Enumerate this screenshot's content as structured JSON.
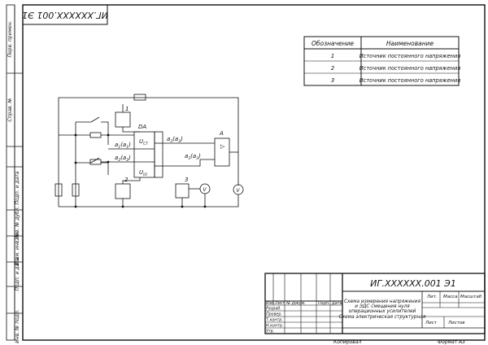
{
  "stamp_top": "ИГ.ХХХХХХ.001 Э1",
  "side_strip": {
    "perv_primen": "Перв. примен.",
    "sprav_no": "Справ. №",
    "podp_data_1": "Подп. и дата",
    "inv_dubl": "Инв. № дубл.",
    "vzam_inv": "Взам. инв. №",
    "podp_data_2": "Подп. и дата",
    "inv_podl": "Инв. № подл."
  },
  "element_table": {
    "headers": [
      "Обозначение",
      "Наименование"
    ],
    "rows": [
      [
        "1",
        "Источник постоянного напряжения"
      ],
      [
        "2",
        "Источник постоянного напряжения"
      ],
      [
        "3",
        "Источник постоянного напряжения"
      ]
    ]
  },
  "schematic": {
    "opamp_label": "DA",
    "upper_supply": "U",
    "upper_supply_sub": "CT",
    "lower_supply": "U",
    "lower_supply_sub": "IO",
    "amp_label": "A",
    "src1": "1",
    "src2": "2",
    "src3": "3",
    "in1": "a",
    "in1_sub": "1",
    "in1_paren": "(a",
    "in1_paren_sub": "1",
    "in1_close": ")",
    "in2": "a",
    "in2_sub": "2",
    "in2_paren": "(a",
    "in2_paren_sub": "2",
    "in2_close": ")",
    "out1": "a",
    "out1_sub": "3",
    "out1_paren": "(a",
    "out1_paren_sub": "3",
    "out1_close": ")",
    "out2": "a",
    "out2_sub": "3",
    "out2_paren": "(a",
    "out2_paren_sub": "3",
    "out2_close": ")",
    "meter_v": "V",
    "amp_tri": "▷"
  },
  "title_block": {
    "designation": "ИГ.ХХХХХХ.001 Э1",
    "title_lines": [
      "Схема измерения напряжения",
      "и ЭДС смещения нуля",
      "операционных усилителей",
      "Схема электрическая структурная"
    ],
    "col_izm": "Изм.",
    "col_list": "Лист",
    "col_doc": "№ докум.",
    "col_podp": "Подп.",
    "col_data": "Дата",
    "row_razrab": "Разраб.",
    "row_prov": "Провер.",
    "row_tkontr": "Т.контр.",
    "row_nkontr": "Н.контр.",
    "row_utv": "Утв.",
    "lit": "Лит.",
    "massa": "Масса",
    "masshtab": "Масштаб",
    "list": "Лист",
    "listov": "Листов",
    "kopiroval": "Копировал",
    "format": "Формат",
    "format_value": "А3"
  }
}
